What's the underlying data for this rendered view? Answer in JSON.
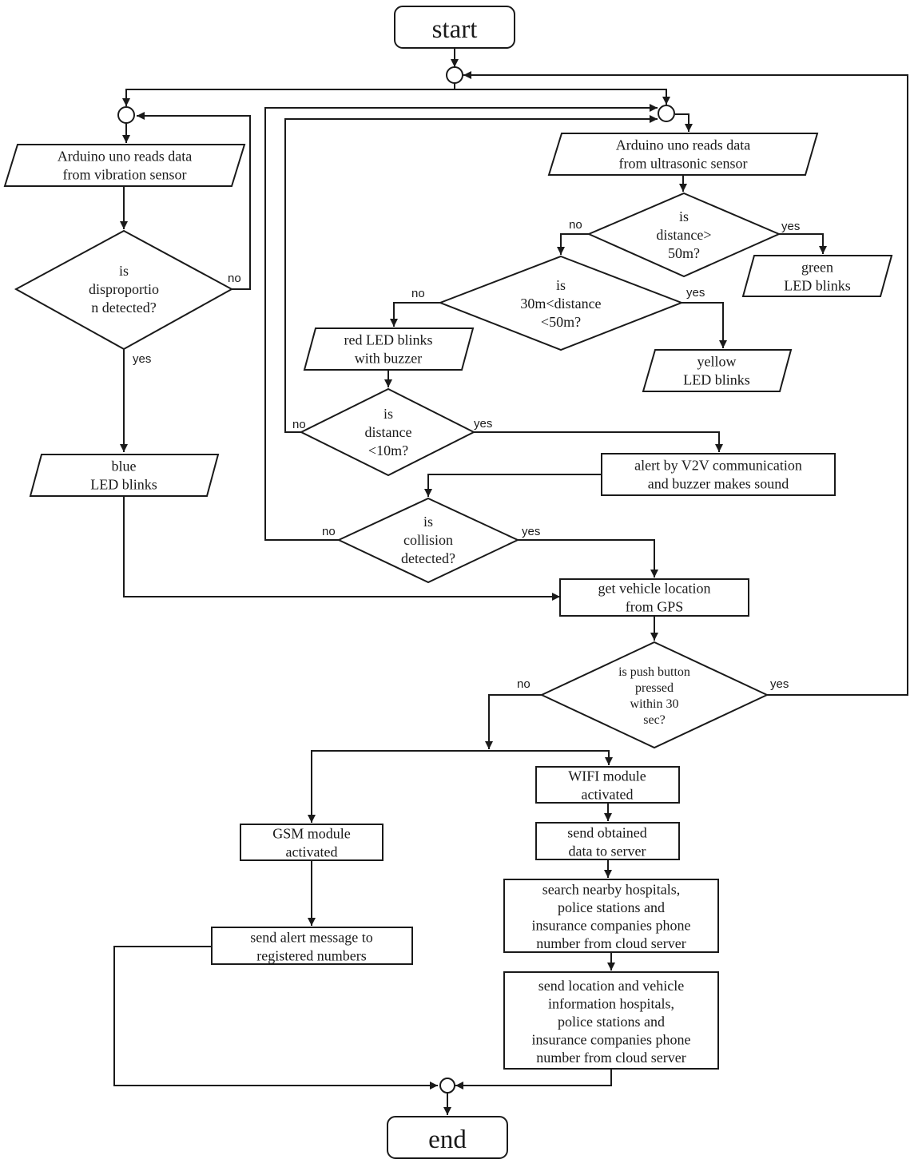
{
  "nodes": {
    "start": "start",
    "end": "end",
    "read_vibration": [
      "Arduino uno reads data",
      "from vibration sensor"
    ],
    "disproportion_q": [
      "is",
      "disproportio",
      "n detected?"
    ],
    "blue_led": [
      "blue",
      "LED blinks"
    ],
    "read_ultrasonic": [
      "Arduino uno reads data",
      "from ultrasonic sensor"
    ],
    "dist50_q": [
      "is",
      "distance>",
      "50m?"
    ],
    "green_led": [
      "green",
      "LED blinks"
    ],
    "dist30_50_q": [
      "is",
      "30m<distance",
      "<50m?"
    ],
    "yellow_led": [
      "yellow",
      "LED blinks"
    ],
    "red_led": [
      "red LED blinks",
      "with buzzer"
    ],
    "dist10_q": [
      "is",
      "distance",
      "<10m?"
    ],
    "v2v_alert": [
      "alert by V2V communication",
      "and buzzer makes sound"
    ],
    "collision_q": [
      "is",
      "collision",
      "detected?"
    ],
    "gps": [
      "get vehicle location",
      "from GPS"
    ],
    "push_button_q": [
      "is push button",
      "pressed",
      "within 30",
      "sec?"
    ],
    "wifi": [
      "WIFI module",
      "activated"
    ],
    "send_server": [
      "send obtained",
      "data to server"
    ],
    "search": [
      "search nearby hospitals,",
      "police stations and",
      "insurance companies phone",
      "number from cloud server"
    ],
    "send_location": [
      "send location and vehicle",
      "information hospitals,",
      "police stations and",
      "insurance companies phone",
      "number from cloud server"
    ],
    "gsm": [
      "GSM module",
      "activated"
    ],
    "sms": [
      "send alert message to",
      "registered numbers"
    ]
  },
  "edge_labels": {
    "disproportion_no": "no",
    "disproportion_yes": "yes",
    "dist50_no": "no",
    "dist50_yes": "yes",
    "dist30_50_no": "no",
    "dist30_50_yes": "yes",
    "dist10_no": "no",
    "dist10_yes": "yes",
    "collision_no": "no",
    "collision_yes": "yes",
    "push_button_no": "no",
    "push_button_yes": "yes"
  }
}
